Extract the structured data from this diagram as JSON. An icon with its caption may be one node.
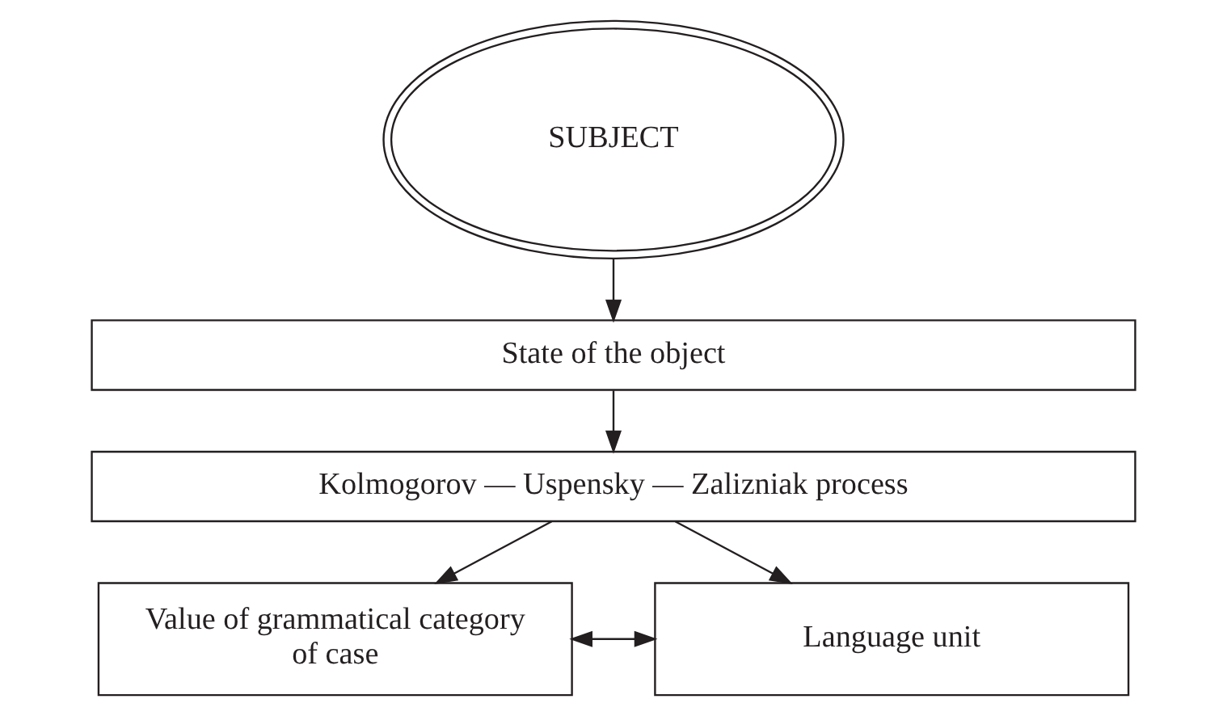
{
  "diagram": {
    "nodes": [
      {
        "text": [
          "SUBJECT"
        ]
      },
      {
        "text": [
          "State of the object"
        ]
      },
      {
        "text": [
          "Kolmogorov — Uspensky — Zalizniak process"
        ]
      },
      {
        "text": [
          "Value of grammatical category of case"
        ]
      },
      {
        "text": [
          "Language unit"
        ]
      }
    ],
    "edges": [
      {
        "from": 0,
        "to": 1,
        "arrow": "to"
      },
      {
        "from": 1,
        "to": 2,
        "arrow": "to"
      },
      {
        "from": 2,
        "to": 3,
        "arrow": "to"
      },
      {
        "from": 2,
        "to": 4,
        "arrow": "to"
      },
      {
        "from": 3,
        "to": 4,
        "arrow": "both"
      }
    ]
  }
}
